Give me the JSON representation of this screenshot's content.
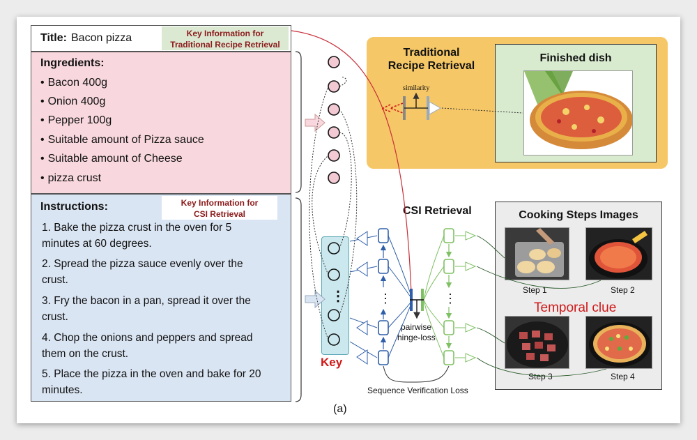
{
  "recipe": {
    "title_label": "Title:",
    "title_value": "Bacon pizza",
    "key_info_traditional": [
      "Key Information for",
      "Traditional Recipe Retrieval"
    ],
    "ingredients_label": "Ingredients:",
    "ingredients": [
      "Bacon  400g",
      "Onion  400g",
      "Pepper 100g",
      "Suitable amount of Pizza sauce",
      "Suitable amount of Cheese",
      "pizza crust"
    ],
    "instructions_label": "Instructions:",
    "key_info_csi": [
      "Key Information for",
      "CSI Retrieval"
    ],
    "instructions": [
      [
        "1. Bake the pizza crust in the oven for 5",
        "minutes at 60 degrees."
      ],
      [
        "2. Spread the pizza sauce evenly over the",
        "crust."
      ],
      [
        "3. Fry the bacon in a pan, spread it over the",
        "crust."
      ],
      [
        "4. Chop the onions and peppers and spread",
        "them on the crust."
      ],
      [
        "5. Place the pizza in the oven and bake for 20",
        "minutes."
      ]
    ]
  },
  "traditional": {
    "title": [
      "Traditional",
      "Recipe Retrieval"
    ],
    "similarity": "similarity",
    "finished_dish": "Finished dish"
  },
  "csi": {
    "title": "CSI Retrieval",
    "key": "Key",
    "pairwise": [
      "pairwise",
      "hinge-loss"
    ],
    "sequence_loss": "Sequence Verification Loss",
    "cooking_steps": "Cooking Steps Images",
    "steps": [
      "Step 1",
      "Step 2",
      "Step 3",
      "Step 4"
    ],
    "temporal_clue": "Temporal clue",
    "dots": "⋮"
  },
  "caption": "(a)",
  "colors": {
    "title_band": "#dbe9d3",
    "ingredients_bg": "#f8d8de",
    "instructions_bg": "#dae5f3",
    "key_text": "#8b1a1a",
    "traditional_bg": "#f6c766",
    "finished_bg": "#d8ebcf",
    "key_highlight": "#cbe8ee",
    "temporal_red": "#d01818",
    "blue_node": "#2f5fa8",
    "green_node": "#7fc063",
    "node_fill": "#f3c9d3"
  }
}
